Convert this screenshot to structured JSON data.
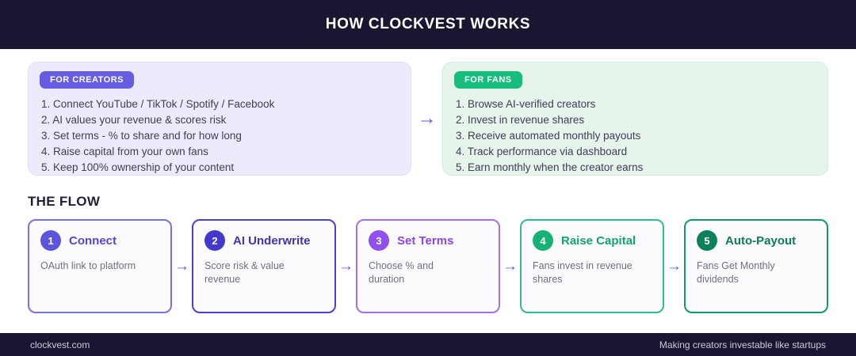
{
  "header": {
    "title": "HOW CLOCKVEST WORKS"
  },
  "panels": [
    {
      "badge": "FOR CREATORS",
      "items": [
        "1. Connect YouTube / TikTok / Spotify / Facebook",
        "2. AI values your revenue & scores risk",
        "3. Set terms - % to share and for how long",
        "4. Raise capital from your own fans",
        "5. Keep 100% ownership of your content"
      ]
    },
    {
      "badge": "FOR FANS",
      "items": [
        "1. Browse AI-verified creators",
        "2. Invest in revenue shares",
        "3. Receive automated monthly payouts",
        "4. Track performance via dashboard",
        "5. Earn monthly when the creator earns"
      ]
    }
  ],
  "arrows": {
    "panel": "→",
    "flow": "→"
  },
  "flow": {
    "heading": "THE FLOW",
    "steps": [
      {
        "num": "1",
        "title": "Connect",
        "desc": "OAuth link to platform"
      },
      {
        "num": "2",
        "title": "AI Underwrite",
        "desc": "Score risk & value revenue"
      },
      {
        "num": "3",
        "title": "Set Terms",
        "desc": "Choose % and duration"
      },
      {
        "num": "4",
        "title": "Raise Capital",
        "desc": "Fans invest in revenue shares"
      },
      {
        "num": "5",
        "title": "Auto-Payout",
        "desc": "Fans Get Monthly dividends"
      }
    ]
  },
  "footer": {
    "left": "clockvest.com",
    "right": "Making creators investable like startups"
  },
  "colors": {
    "header_bg": "#181631",
    "creators_panel_bg": "#ECEBFB",
    "creators_badge": "#655CDF",
    "fans_panel_bg": "#E6F4EB",
    "fans_badge": "#16BD7C",
    "arrow_indigo": "#5A5AE4",
    "step1_accent": "#5C54DC",
    "step2_accent": "#4338CA",
    "step3_accent": "#9050EF",
    "step4_accent": "#15B276",
    "step5_accent": "#0C8157"
  }
}
